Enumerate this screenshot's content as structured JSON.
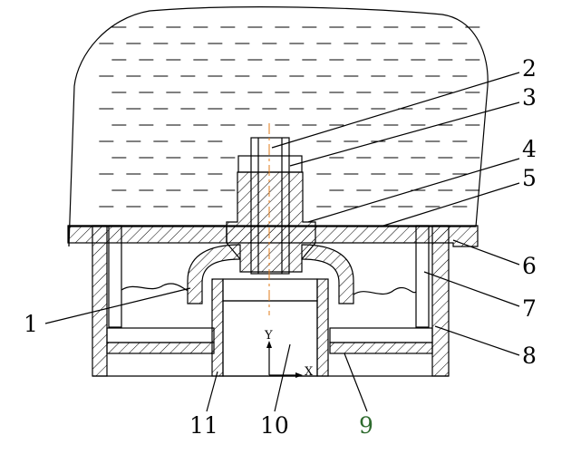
{
  "figure": {
    "part_labels": [
      "1",
      "2",
      "3",
      "4",
      "5",
      "6",
      "7",
      "8",
      "9",
      "10",
      "11"
    ],
    "axis_labels": {
      "y": "Y",
      "x": "X"
    },
    "colors": {
      "line": "#000000",
      "centerline": "#e07b1a",
      "label_9": "#2e6b2e",
      "background": "#ffffff"
    }
  }
}
